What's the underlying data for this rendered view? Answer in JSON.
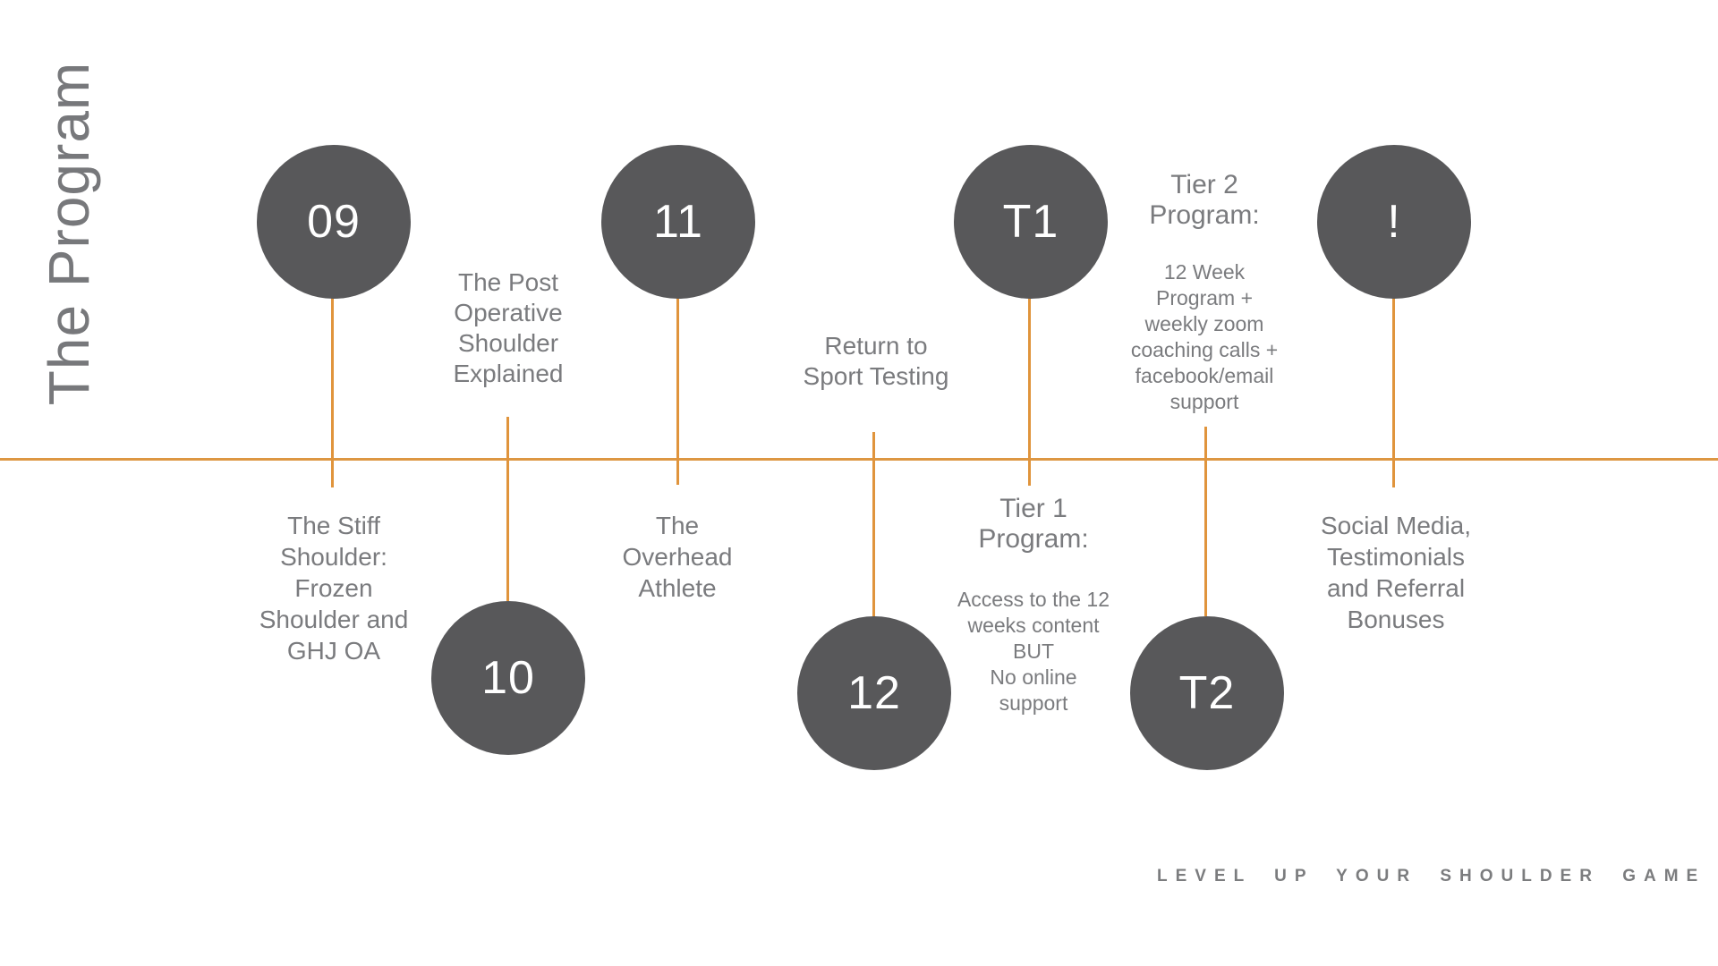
{
  "title": "The Program",
  "caption": "LEVEL UP YOUR SHOULDER GAME",
  "colors": {
    "accent_orange": "#DD9743",
    "circle_gray": "#58585A",
    "text_gray": "#7A7B7E",
    "circle_label_white": "#FFFFFF",
    "background": "#FFFFFF"
  },
  "timeline": {
    "axis_orientation": "horizontal",
    "nodes": [
      {
        "id": "09",
        "label": "09",
        "position": "above-axis",
        "desc": "The Stiff\nShoulder:\nFrozen\nShoulder and\nGHJ OA"
      },
      {
        "id": "10",
        "label": "10",
        "position": "below-axis",
        "desc": "The Post\nOperative\nShoulder\nExplained"
      },
      {
        "id": "11",
        "label": "11",
        "position": "above-axis",
        "desc": "The\nOverhead\nAthlete"
      },
      {
        "id": "12",
        "label": "12",
        "position": "below-axis",
        "desc": "Return to\nSport Testing"
      },
      {
        "id": "T1",
        "label": "T1",
        "position": "above-axis",
        "heading": "Tier 1\nProgram:",
        "desc": "Access to the 12\nweeks content\nBUT\nNo online\nsupport"
      },
      {
        "id": "T2",
        "label": "T2",
        "position": "below-axis",
        "heading": "Tier 2\nProgram:",
        "desc": "12 Week\nProgram +\nweekly zoom\ncoaching calls +\nfacebook/email\nsupport"
      },
      {
        "id": "!",
        "label": "!",
        "position": "above-axis",
        "desc": "Social Media,\nTestimonials\nand Referral\nBonuses"
      }
    ]
  }
}
